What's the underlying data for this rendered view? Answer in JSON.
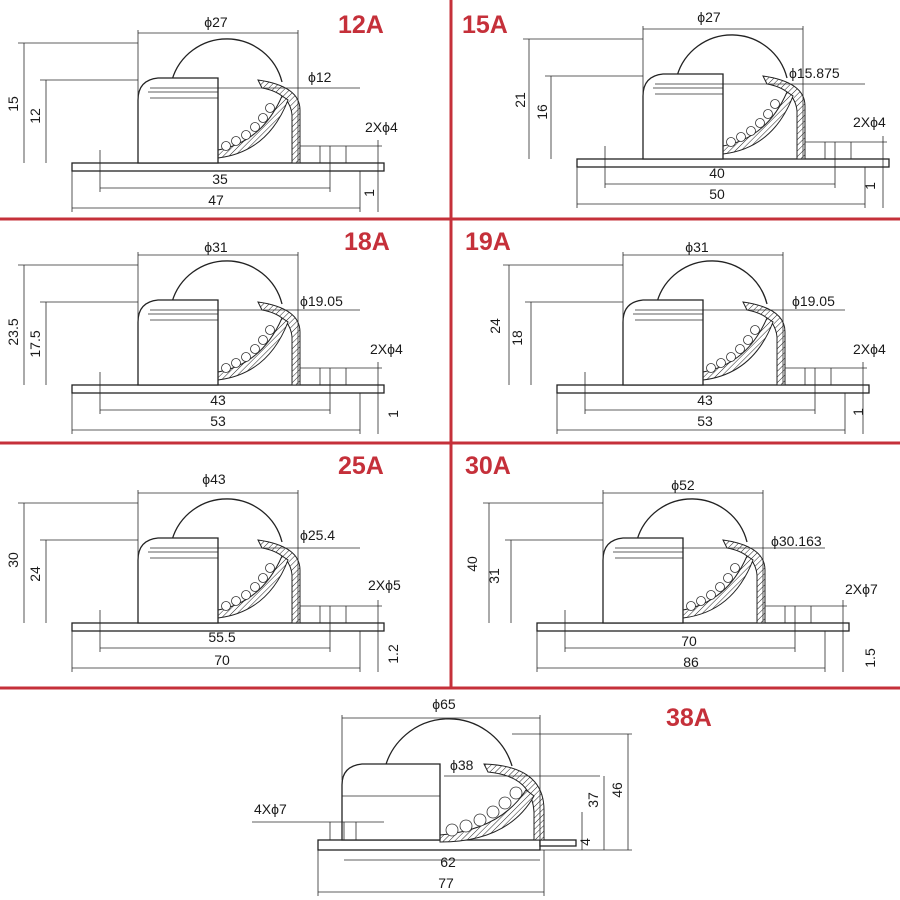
{
  "colors": {
    "model_label": "#c5303a",
    "separator": "#c5303a",
    "line": "#2a2a2a"
  },
  "panels": [
    {
      "model": "12A",
      "ball_dia": "ϕ27",
      "stud_dia": "ϕ12",
      "total_height": "15",
      "body_height": "12",
      "holes": "2Xϕ4",
      "hole_spacing": "35",
      "base_length": "47",
      "thickness": "1"
    },
    {
      "model": "15A",
      "ball_dia": "ϕ27",
      "stud_dia": "ϕ15.875",
      "total_height": "21",
      "body_height": "16",
      "holes": "2Xϕ4",
      "hole_spacing": "40",
      "base_length": "50",
      "thickness": "1"
    },
    {
      "model": "18A",
      "ball_dia": "ϕ31",
      "stud_dia": "ϕ19.05",
      "total_height": "23.5",
      "body_height": "17.5",
      "holes": "2Xϕ4",
      "hole_spacing": "43",
      "base_length": "53",
      "thickness": "1"
    },
    {
      "model": "19A",
      "ball_dia": "ϕ31",
      "stud_dia": "ϕ19.05",
      "total_height": "24",
      "body_height": "18",
      "holes": "2Xϕ4",
      "hole_spacing": "43",
      "base_length": "53",
      "thickness": "1"
    },
    {
      "model": "25A",
      "ball_dia": "ϕ43",
      "stud_dia": "ϕ25.4",
      "total_height": "30",
      "body_height": "24",
      "holes": "2Xϕ5",
      "hole_spacing": "55.5",
      "base_length": "70",
      "thickness": "1.2"
    },
    {
      "model": "30A",
      "ball_dia": "ϕ52",
      "stud_dia": "ϕ30.163",
      "total_height": "40",
      "body_height": "31",
      "holes": "2Xϕ7",
      "hole_spacing": "70",
      "base_length": "86",
      "thickness": "1.5"
    }
  ],
  "bottom_panel": {
    "model": "38A",
    "outer_dia": "ϕ65",
    "ball_dia": "ϕ38",
    "holes": "4Xϕ7",
    "total_height": "46",
    "body_height": "37",
    "thickness": "4",
    "hole_spacing": "62",
    "base_length": "77"
  }
}
